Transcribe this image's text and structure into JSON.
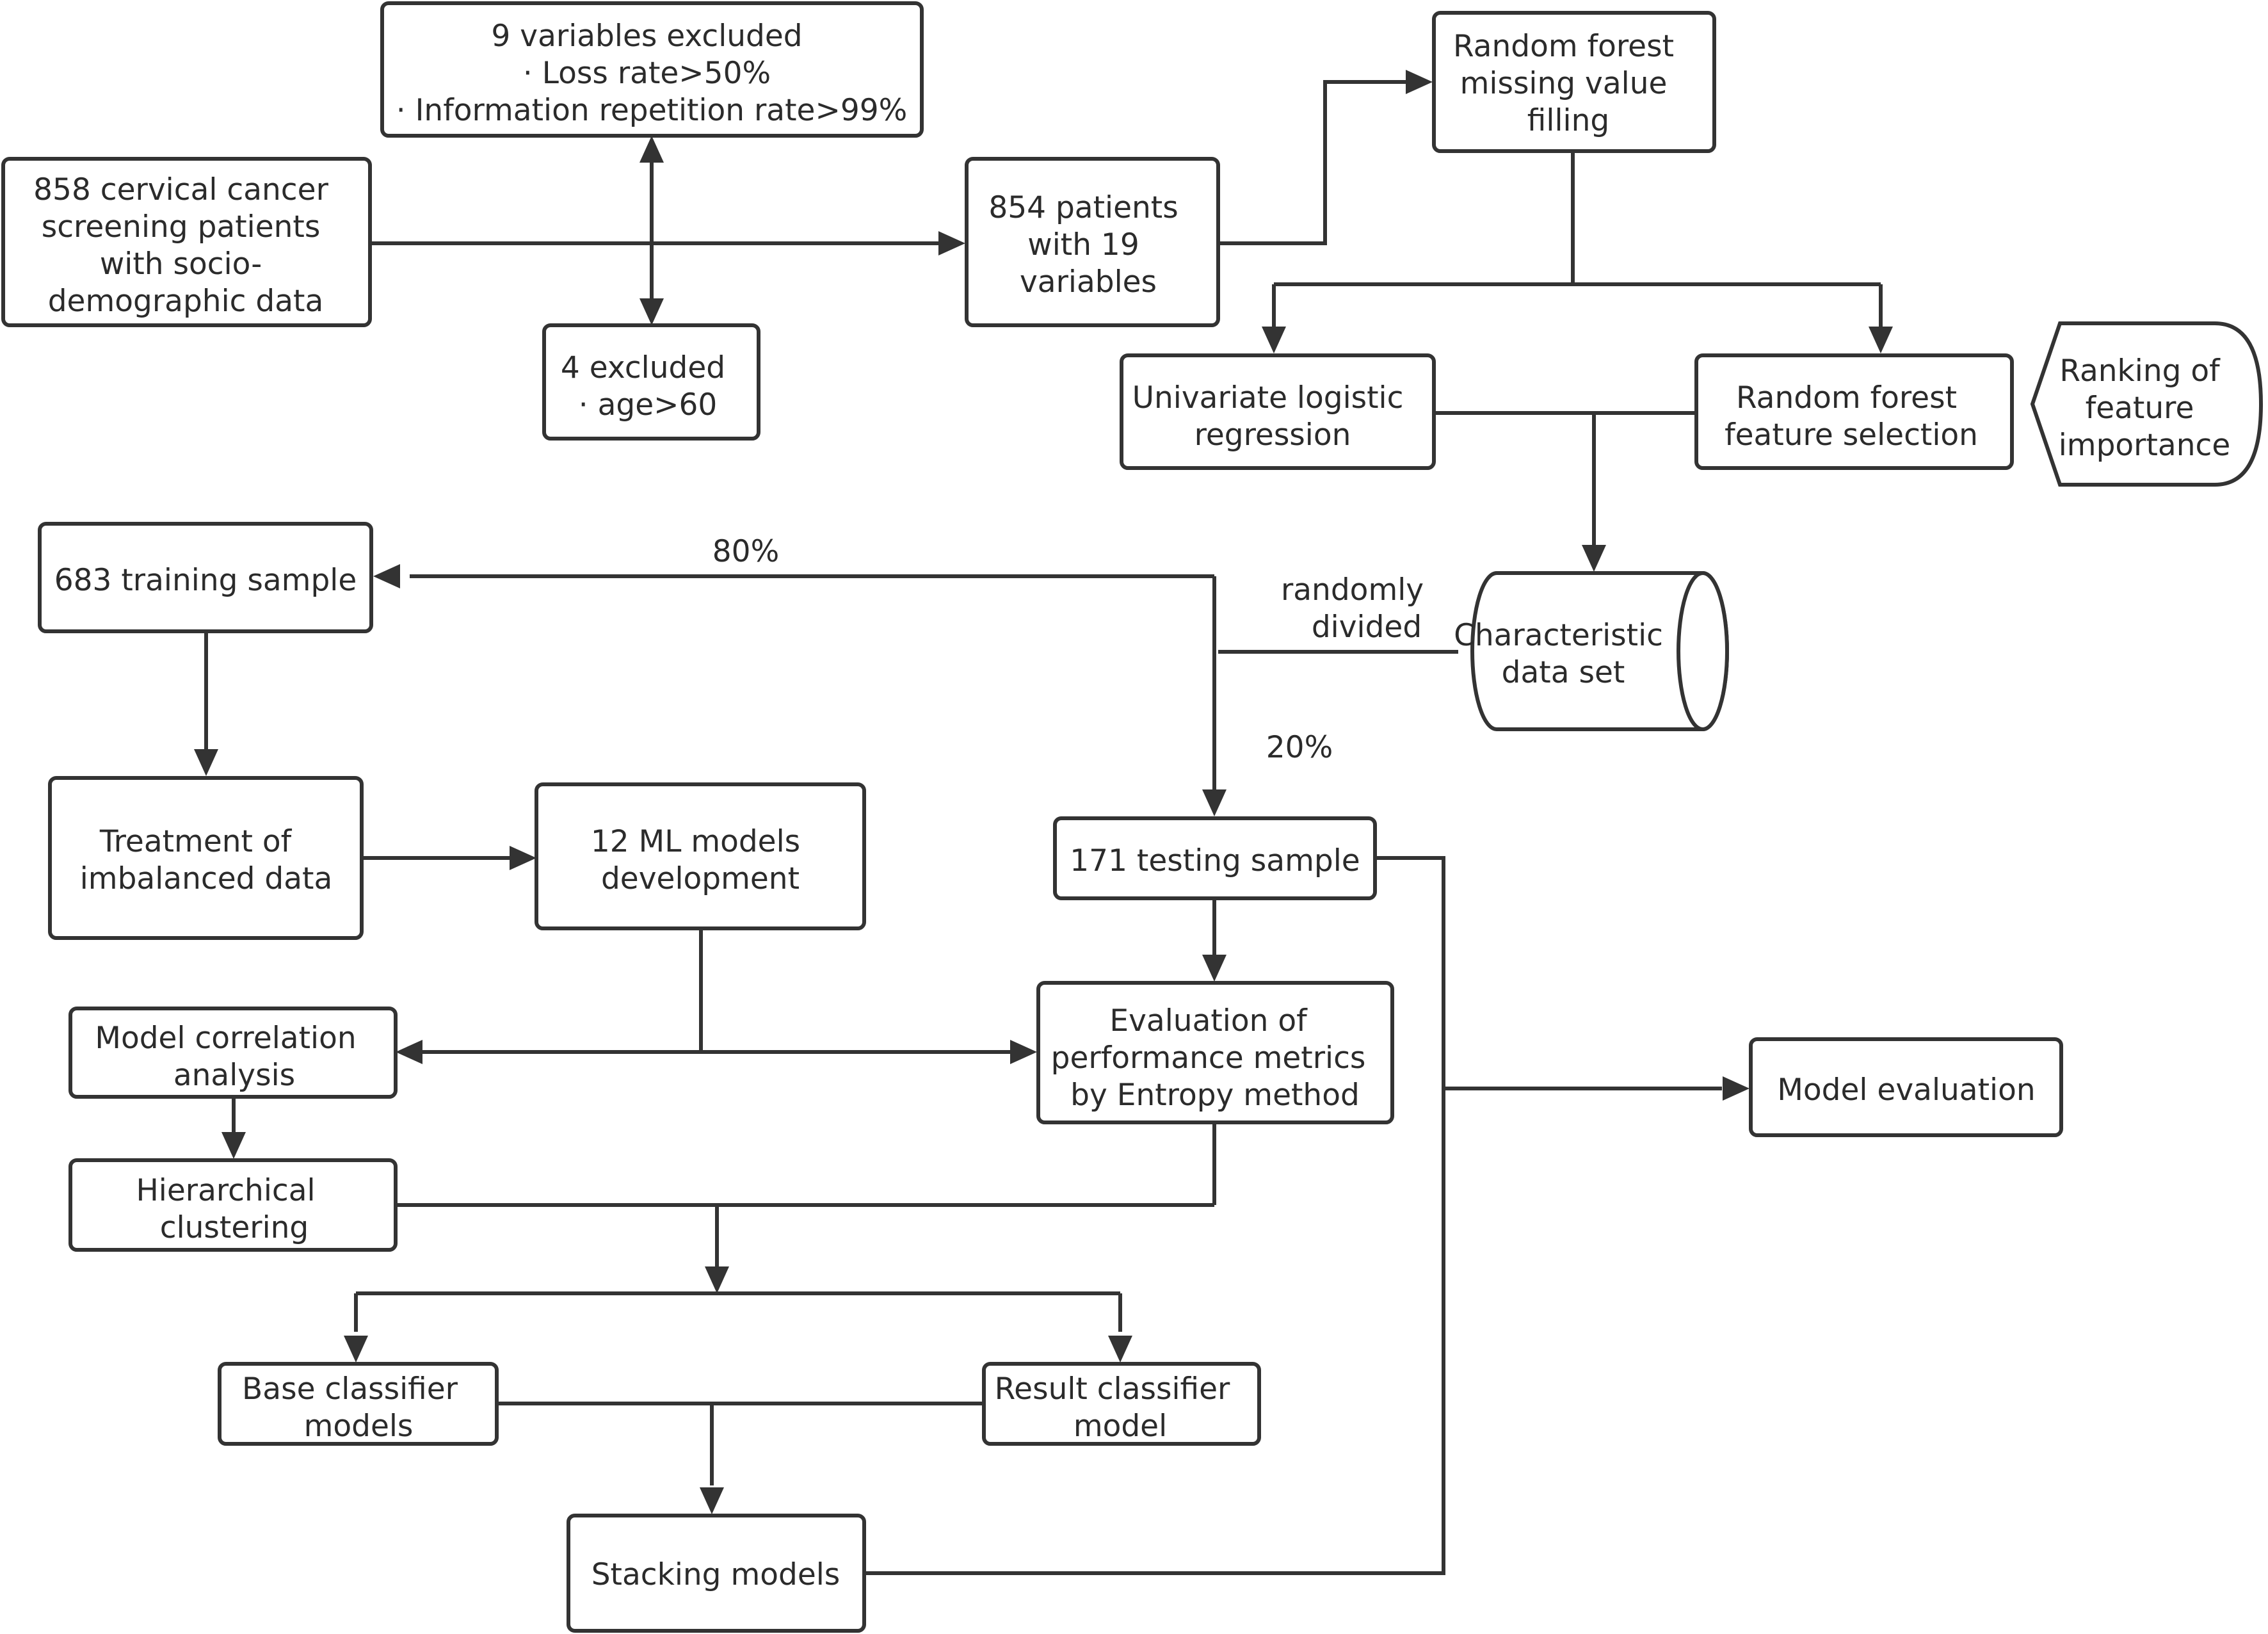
{
  "colors": {
    "stroke": "#333333",
    "text": "#2b2b2b",
    "background": "#ffffff"
  },
  "nodes": {
    "screening": [
      "858 cervical cancer",
      "screening patients",
      "with socio-",
      "demographic data"
    ],
    "excluded9": [
      "9 variables excluded",
      "· Loss rate>50%",
      "· Information repetition rate>99%"
    ],
    "excluded4": [
      "4 excluded",
      "· age>60"
    ],
    "patients854": [
      "854 patients",
      "with 19",
      "variables"
    ],
    "rf_fill": [
      "Random forest",
      "missing value",
      "filling"
    ],
    "univariate": [
      "Univariate logistic",
      "regression"
    ],
    "rf_select": [
      "Random forest",
      "feature selection"
    ],
    "ranking": [
      "Ranking of",
      "feature",
      "importance"
    ],
    "char_dataset": [
      "Characteristic",
      "data set"
    ],
    "training": [
      "683 training sample"
    ],
    "testing": [
      "171 testing sample"
    ],
    "imbalanced": [
      "Treatment of",
      "imbalanced data"
    ],
    "ml_models": [
      "12 ML models",
      "development"
    ],
    "correlation": [
      "Model correlation",
      "analysis"
    ],
    "entropy": [
      "Evaluation of",
      "performance metrics",
      "by Entropy method"
    ],
    "hierarchical": [
      "Hierarchical",
      "clustering"
    ],
    "model_eval": [
      "Model evaluation"
    ],
    "base_clf": [
      "Base classifier",
      "models"
    ],
    "result_clf": [
      "Result classifier",
      "model"
    ],
    "stacking": [
      "Stacking models"
    ]
  },
  "edge_labels": {
    "pct80": "80%",
    "randomly": [
      "randomly",
      "divided"
    ],
    "pct20": "20%"
  }
}
